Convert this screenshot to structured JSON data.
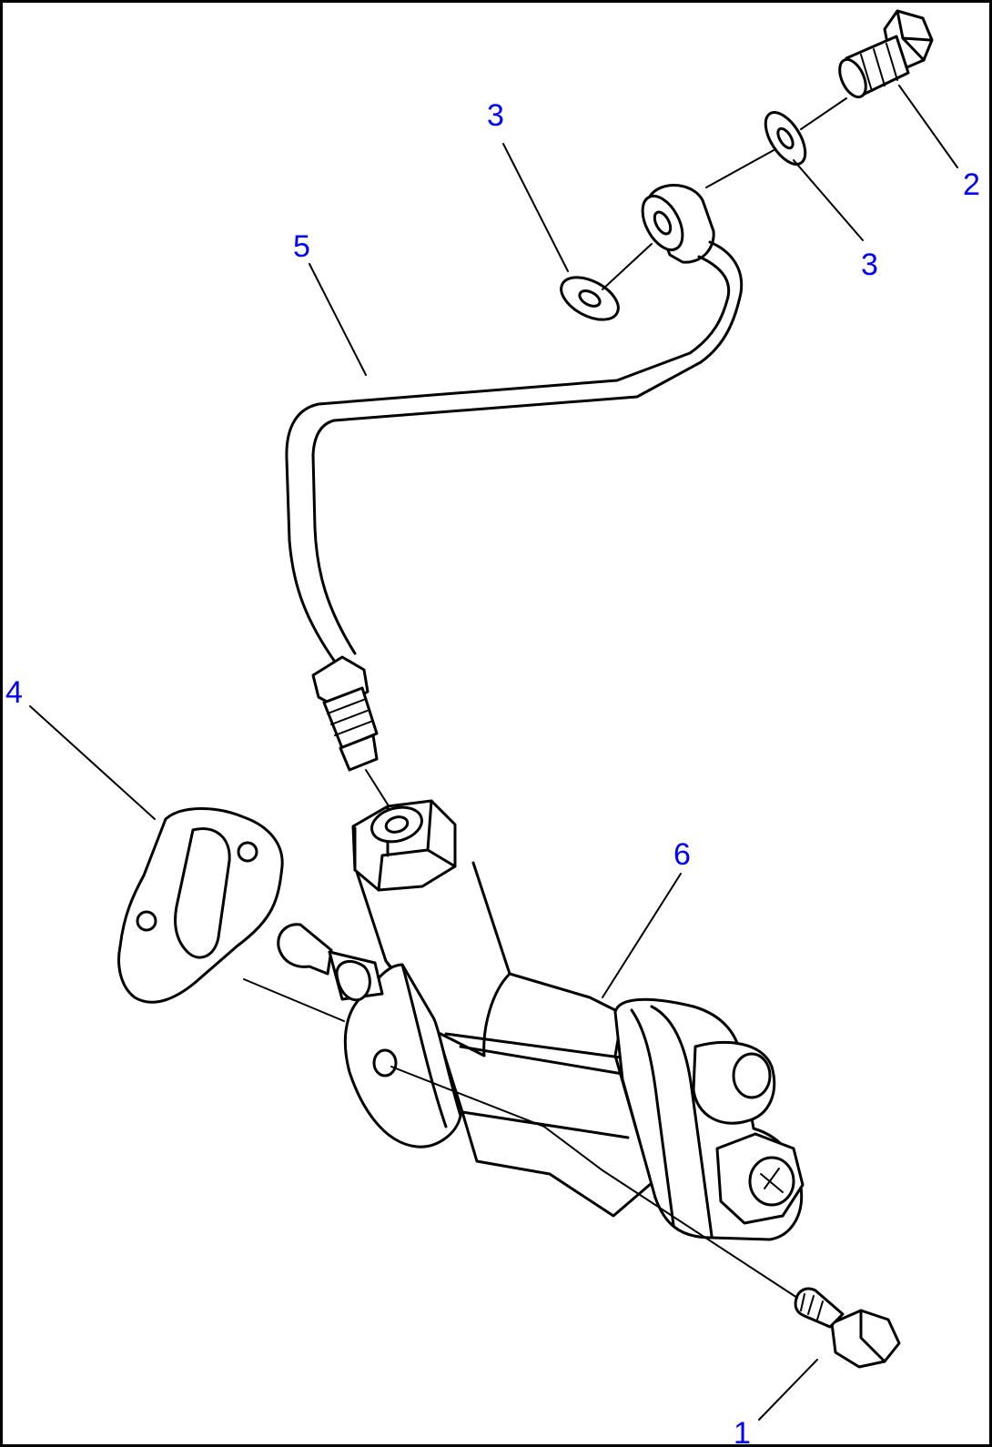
{
  "callouts": [
    {
      "id": "1",
      "label": "1"
    },
    {
      "id": "2",
      "label": "2"
    },
    {
      "id": "3a",
      "label": "3"
    },
    {
      "id": "3b",
      "label": "3"
    },
    {
      "id": "4",
      "label": "4"
    },
    {
      "id": "5",
      "label": "5"
    },
    {
      "id": "6",
      "label": "6"
    }
  ],
  "colors": {
    "callout": "#0000ff",
    "line": "#000000",
    "border": "#000000",
    "background": "#ffffff"
  }
}
